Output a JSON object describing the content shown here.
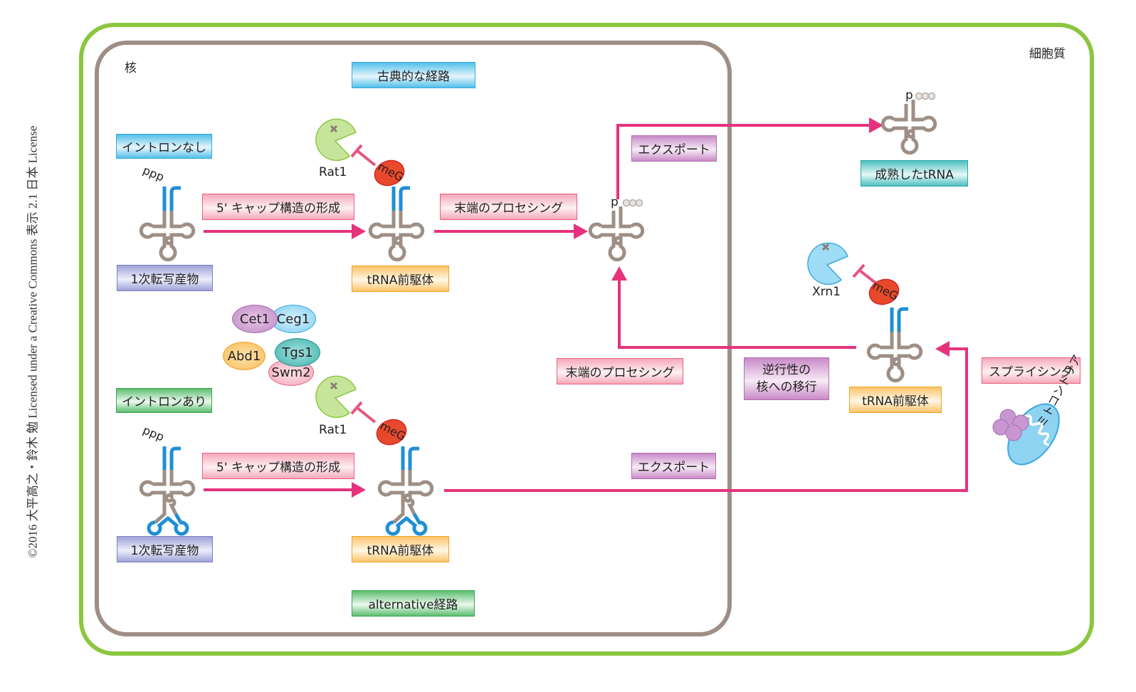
{
  "credit": "©2016 大平高之・鈴木 勉 Licensed under a Creative Commons 表示 2.1 日本 License",
  "regions": {
    "nucleus": "核",
    "cytoplasm": "細胞質"
  },
  "pathways": {
    "classical": "古典的な経路",
    "alternative": "alternative経路"
  },
  "conditions": {
    "no_intron": "イントロンなし",
    "with_intron": "イントロンあり"
  },
  "molecules": {
    "primary_transcript": "1次転写産物",
    "pre_trna": "tRNA前駆体",
    "mature_trna": "成熟したtRNA",
    "triphosphate": "ppp",
    "phosphate": "p",
    "cap": "meG"
  },
  "steps": {
    "cap_formation": "5' キャップ構造の形成",
    "end_processing": "末端のプロセシング",
    "export": "エクスポート",
    "retrograde_line1": "逆行性の",
    "retrograde_line2": "核への移行",
    "splicing": "スプライシング"
  },
  "enzymes": {
    "rat1": "Rat1",
    "xrn1": "Xrn1"
  },
  "capping_complex": [
    "Cet1",
    "Ceg1",
    "Abd1",
    "Tgs1",
    "Swm2"
  ],
  "organelle": "ミトコンドリア",
  "colors": {
    "cell_border": "#8cc63f",
    "nucleus_border": "#9e8f86",
    "arrow": "#e6327d",
    "trna_body": "#9e8f86",
    "trna_end": "#1e8fd6",
    "cap": "#e8492b",
    "rat1": "#a6d26b",
    "xrn1": "#5fc3ee"
  }
}
